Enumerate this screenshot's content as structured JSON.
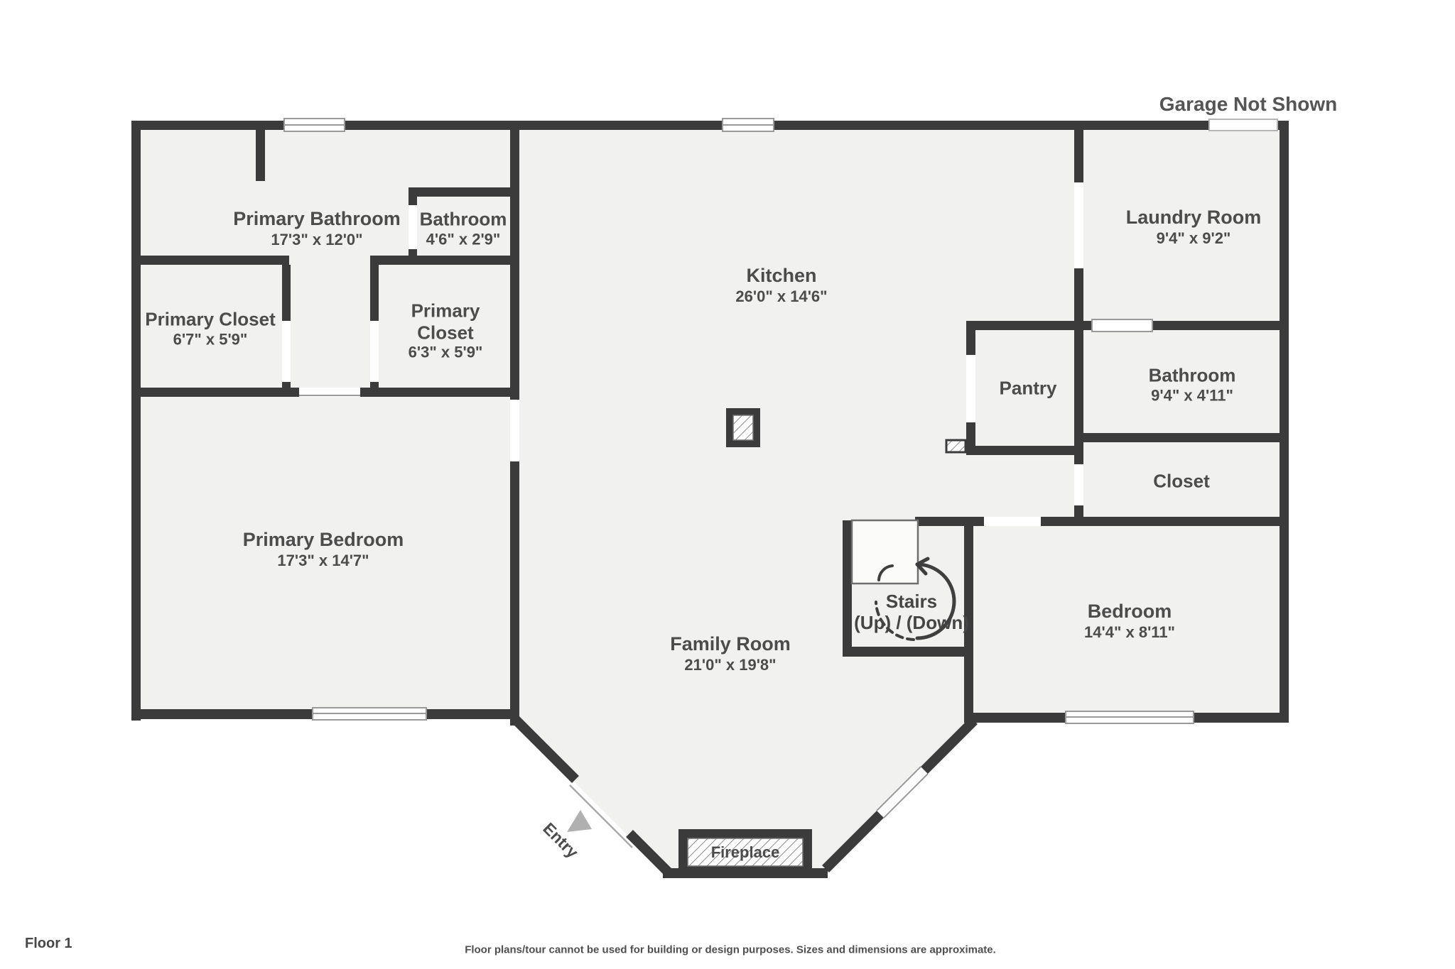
{
  "page": {
    "garage_note": "Garage Not Shown",
    "floor_label": "Floor 1",
    "disclaimer": "Floor plans/tour cannot be used for building or design purposes. Sizes and dimensions are approximate."
  },
  "colors": {
    "wall": "#3b3b3c",
    "floor": "#f1f1f0",
    "outside": "#ffffff",
    "label_text": "#4c4c4c",
    "window_line": "#9a9a9a",
    "entry_arrow": "#b0b0b0"
  },
  "rooms": {
    "primary_bathroom": {
      "name": "Primary Bathroom",
      "dims": "17'3\" x 12'0\""
    },
    "bathroom_small": {
      "name": "Bathroom",
      "dims": "4'6\" x 2'9\""
    },
    "kitchen": {
      "name": "Kitchen",
      "dims": "26'0\" x 14'6\""
    },
    "laundry_room": {
      "name": "Laundry Room",
      "dims": "9'4\" x 9'2\""
    },
    "primary_closet_1": {
      "name": "Primary Closet",
      "dims": "6'7\" x 5'9\""
    },
    "primary_closet_2": {
      "name_line1": "Primary",
      "name_line2": "Closet",
      "dims": "6'3\" x 5'9\""
    },
    "pantry": {
      "name": "Pantry"
    },
    "bathroom_2": {
      "name": "Bathroom",
      "dims": "9'4\" x 4'11\""
    },
    "closet": {
      "name": "Closet"
    },
    "primary_bedroom": {
      "name": "Primary Bedroom",
      "dims": "17'3\" x 14'7\""
    },
    "family_room": {
      "name": "Family Room",
      "dims": "21'0\" x 19'8\""
    },
    "bedroom": {
      "name": "Bedroom",
      "dims": "14'4\" x 8'11\""
    }
  },
  "features": {
    "stairs_line1": "Stairs",
    "stairs_line2": "(Up) / (Down)",
    "fireplace": "Fireplace",
    "entry": "Entry",
    "icons": [
      "stairs-direction-arrow-icon",
      "entry-direction-arrow-icon",
      "fireplace-symbol",
      "kitchen-chimney-symbol",
      "pantry-vent-symbol",
      "window-symbol"
    ]
  }
}
